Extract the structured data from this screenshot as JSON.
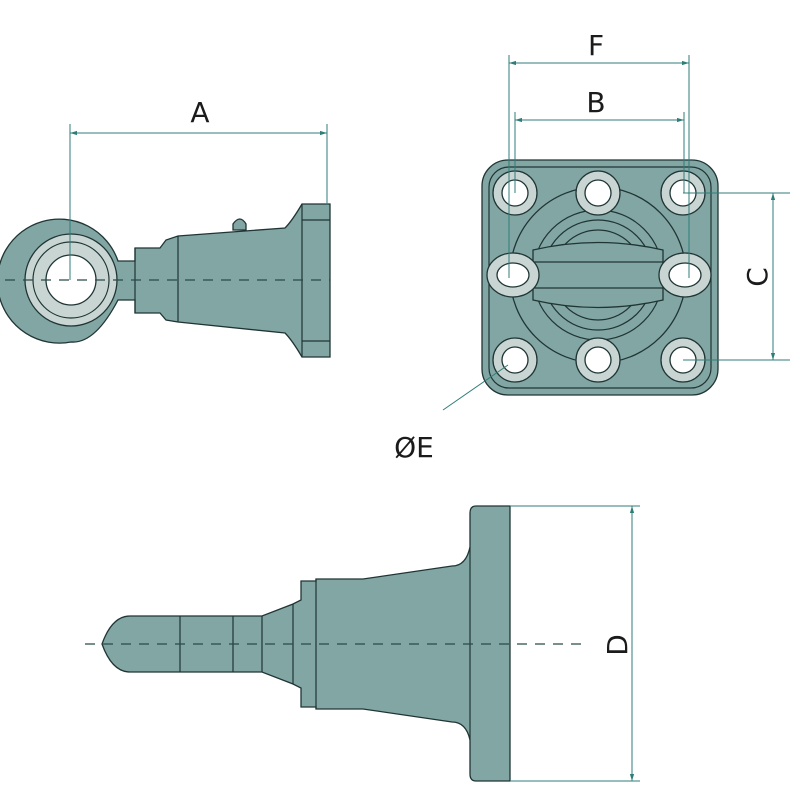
{
  "labels": {
    "A": "A",
    "B": "B",
    "C": "C",
    "D": "D",
    "E": "ØE",
    "F": "F"
  },
  "colors": {
    "part": "#82a6a4",
    "highlight": "#c9d5d2",
    "dimension": "#2f7d78"
  }
}
